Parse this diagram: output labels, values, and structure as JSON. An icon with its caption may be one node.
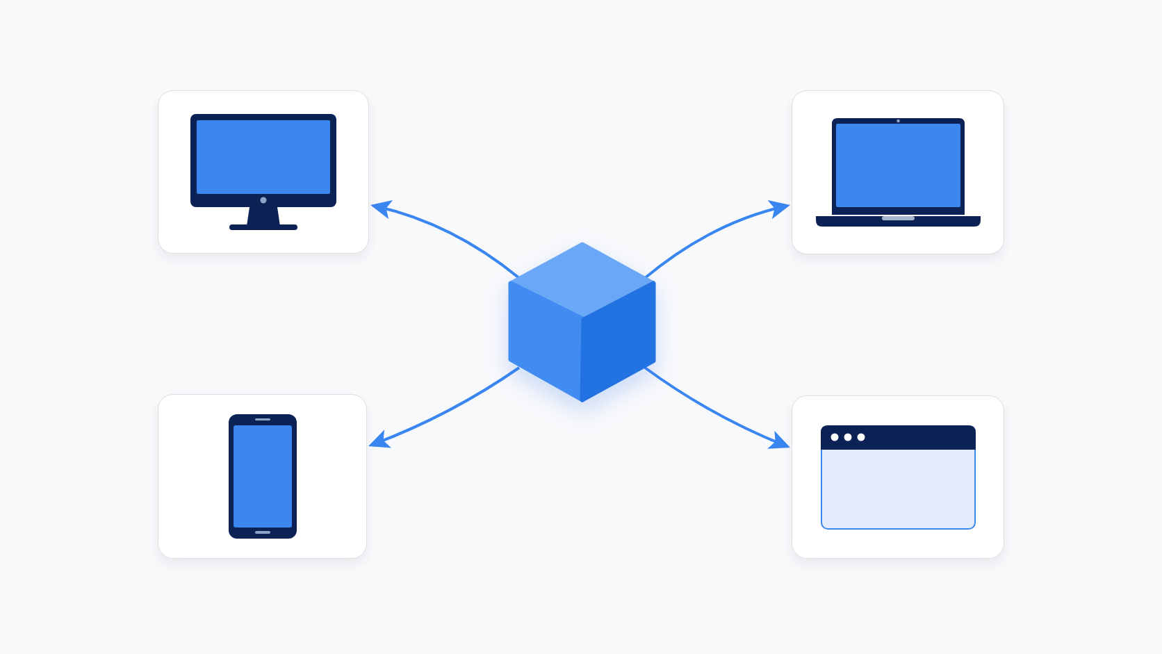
{
  "diagram": {
    "nodes": [
      {
        "text": [],
        "shape": "box"
      },
      {
        "text": [],
        "shape": "box"
      },
      {
        "text": [],
        "shape": "cube"
      },
      {
        "text": [],
        "shape": "box"
      },
      {
        "text": [],
        "shape": "box"
      }
    ],
    "edges": [
      {
        "from": 2,
        "to": 0,
        "arrow": "to"
      },
      {
        "from": 2,
        "to": 1,
        "arrow": "to"
      },
      {
        "from": 2,
        "to": 3,
        "arrow": "to"
      },
      {
        "from": 2,
        "to": 4,
        "arrow": "to"
      }
    ]
  }
}
